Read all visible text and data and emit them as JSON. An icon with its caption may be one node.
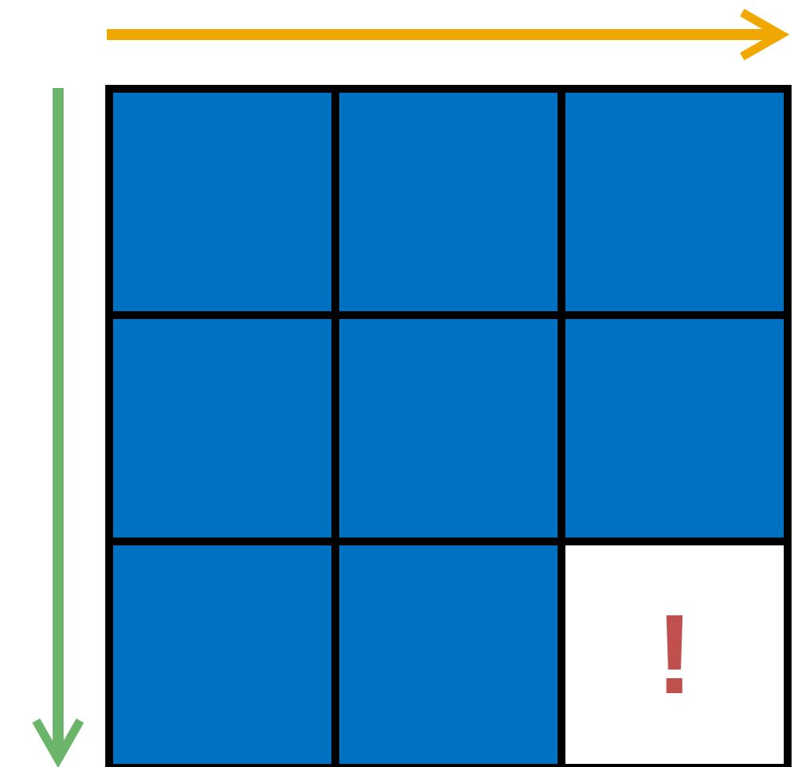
{
  "diagram": {
    "nodes": [
      {
        "text": [],
        "shape": "box"
      },
      {
        "text": [],
        "shape": "box"
      },
      {
        "text": [],
        "shape": "box"
      },
      {
        "text": [],
        "shape": "box"
      },
      {
        "text": [],
        "shape": "box"
      },
      {
        "text": [],
        "shape": "box"
      },
      {
        "text": [],
        "shape": "box"
      },
      {
        "text": [],
        "shape": "box"
      },
      {
        "text": [
          "!"
        ]
      }
    ]
  }
}
